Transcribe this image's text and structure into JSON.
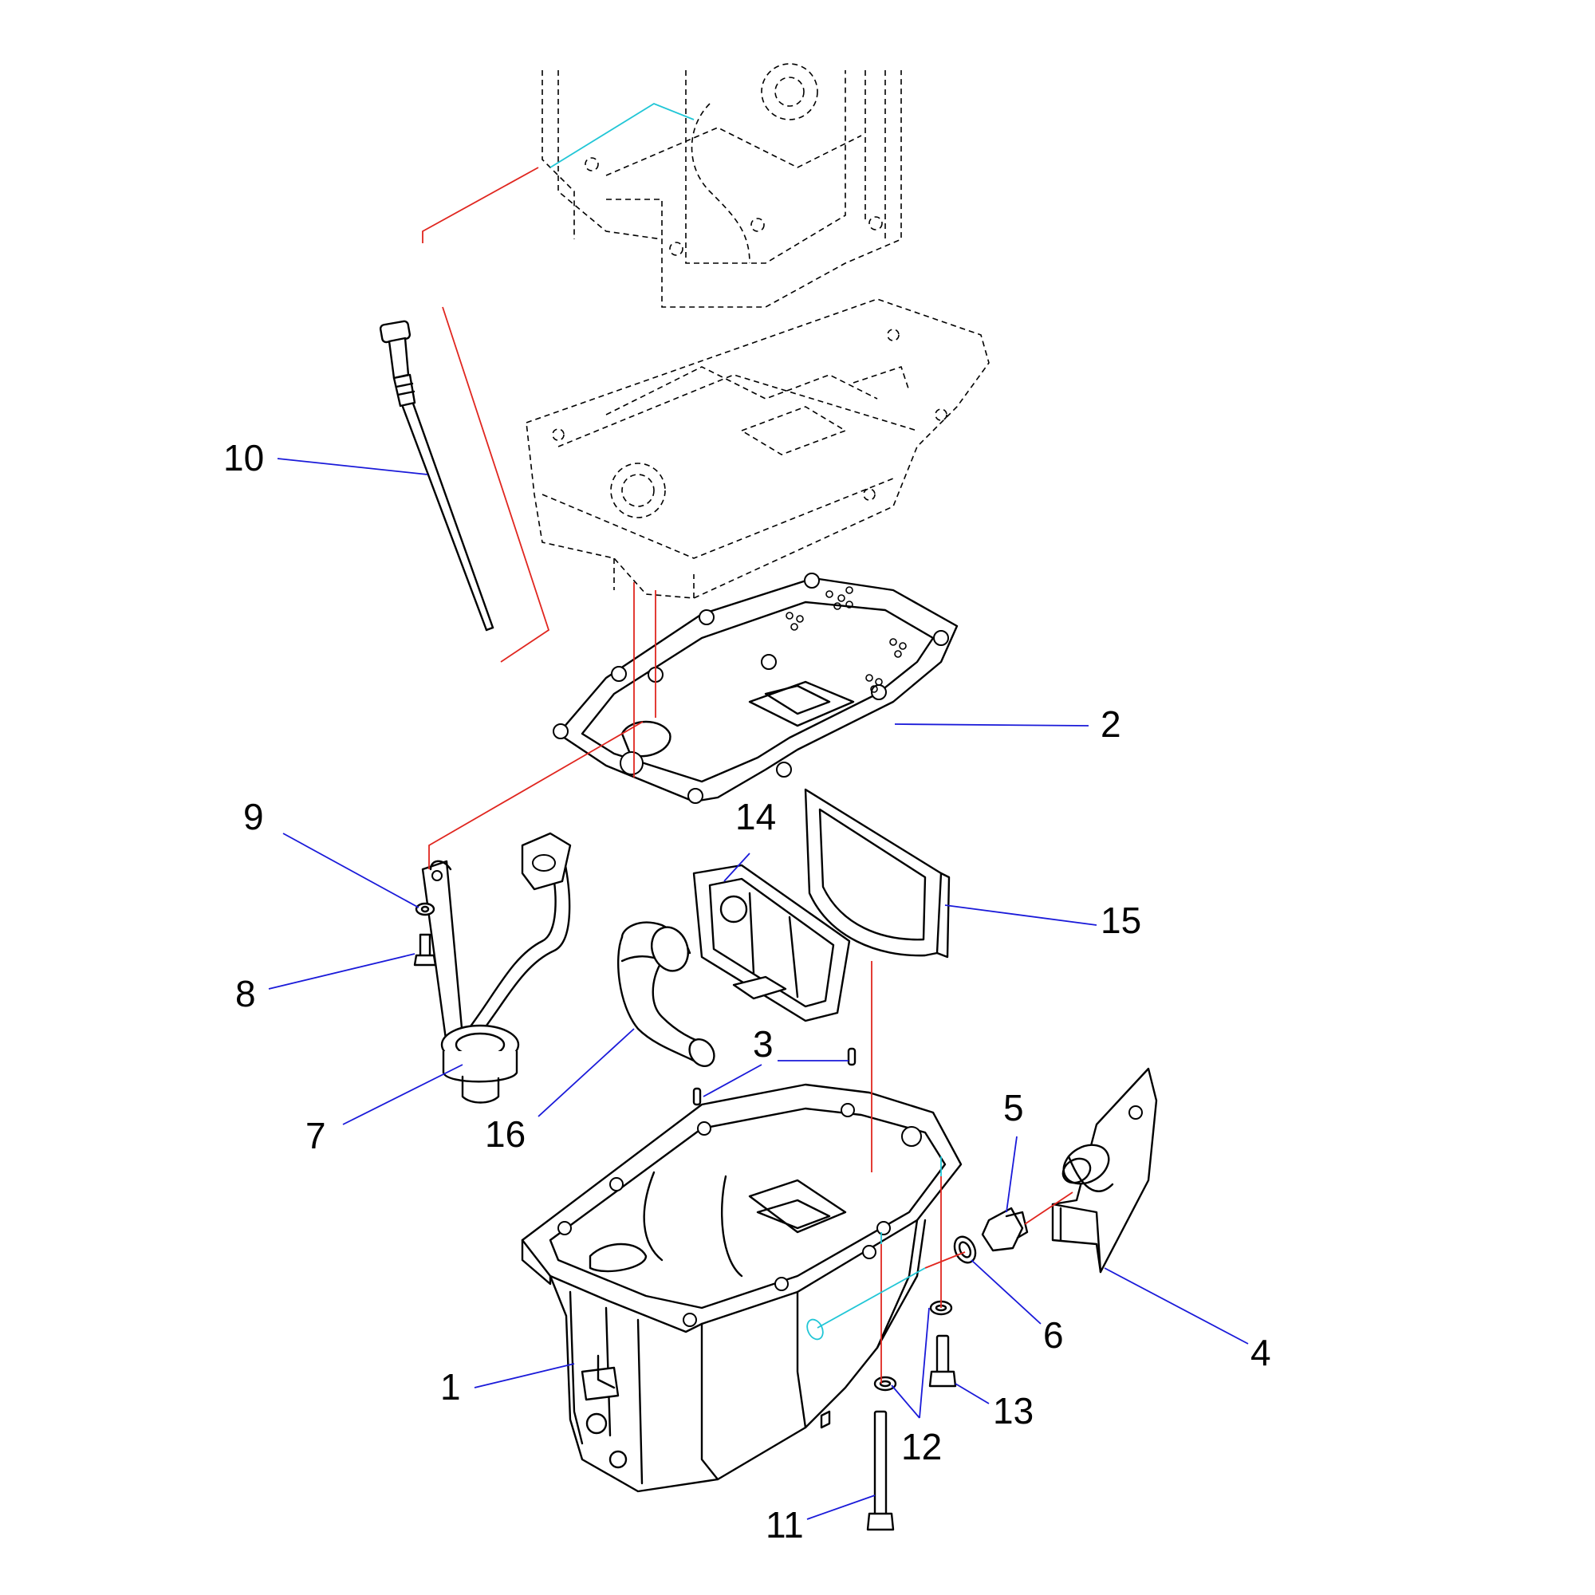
{
  "colors": {
    "line": "#000000",
    "leader": "#1a1ad9",
    "axis_red": "#e0261f",
    "axis_cyan": "#21c6d6"
  },
  "callouts": [
    {
      "id": "1",
      "label": "1"
    },
    {
      "id": "2",
      "label": "2"
    },
    {
      "id": "3",
      "label": "3"
    },
    {
      "id": "4",
      "label": "4"
    },
    {
      "id": "5",
      "label": "5"
    },
    {
      "id": "6",
      "label": "6"
    },
    {
      "id": "7",
      "label": "7"
    },
    {
      "id": "8",
      "label": "8"
    },
    {
      "id": "9",
      "label": "9"
    },
    {
      "id": "10",
      "label": "10"
    },
    {
      "id": "11",
      "label": "11"
    },
    {
      "id": "12",
      "label": "12"
    },
    {
      "id": "13",
      "label": "13"
    },
    {
      "id": "14",
      "label": "14"
    },
    {
      "id": "15",
      "label": "15"
    },
    {
      "id": "16",
      "label": "16"
    }
  ]
}
